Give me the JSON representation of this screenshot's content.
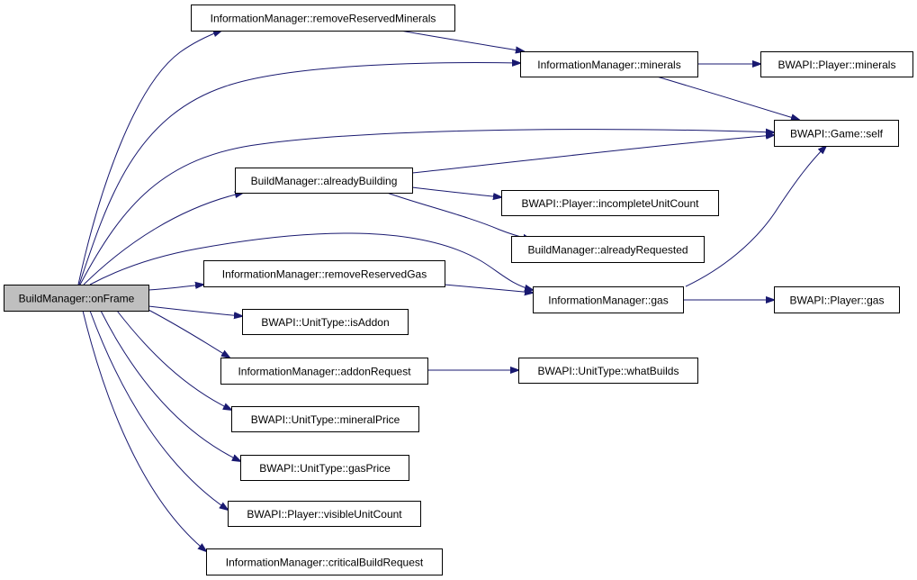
{
  "graph": {
    "nodes": [
      {
        "id": "onFrame",
        "label": "BuildManager::onFrame",
        "root": true
      },
      {
        "id": "removeReservedMinerals",
        "label": "InformationManager::removeReservedMinerals"
      },
      {
        "id": "im_minerals",
        "label": "InformationManager::minerals"
      },
      {
        "id": "player_minerals",
        "label": "BWAPI::Player::minerals"
      },
      {
        "id": "game_self",
        "label": "BWAPI::Game::self"
      },
      {
        "id": "alreadyBuilding",
        "label": "BuildManager::alreadyBuilding"
      },
      {
        "id": "incompleteUnitCount",
        "label": "BWAPI::Player::incompleteUnitCount"
      },
      {
        "id": "alreadyRequested",
        "label": "BuildManager::alreadyRequested"
      },
      {
        "id": "removeReservedGas",
        "label": "InformationManager::removeReservedGas"
      },
      {
        "id": "im_gas",
        "label": "InformationManager::gas"
      },
      {
        "id": "player_gas",
        "label": "BWAPI::Player::gas"
      },
      {
        "id": "isAddon",
        "label": "BWAPI::UnitType::isAddon"
      },
      {
        "id": "addonRequest",
        "label": "InformationManager::addonRequest"
      },
      {
        "id": "whatBuilds",
        "label": "BWAPI::UnitType::whatBuilds"
      },
      {
        "id": "mineralPrice",
        "label": "BWAPI::UnitType::mineralPrice"
      },
      {
        "id": "gasPrice",
        "label": "BWAPI::UnitType::gasPrice"
      },
      {
        "id": "visibleUnitCount",
        "label": "BWAPI::Player::visibleUnitCount"
      },
      {
        "id": "criticalBuildRequest",
        "label": "InformationManager::criticalBuildRequest"
      }
    ],
    "edges": [
      {
        "from": "onFrame",
        "to": "removeReservedMinerals"
      },
      {
        "from": "onFrame",
        "to": "im_minerals"
      },
      {
        "from": "onFrame",
        "to": "game_self"
      },
      {
        "from": "onFrame",
        "to": "alreadyBuilding"
      },
      {
        "from": "onFrame",
        "to": "im_gas"
      },
      {
        "from": "onFrame",
        "to": "removeReservedGas"
      },
      {
        "from": "onFrame",
        "to": "isAddon"
      },
      {
        "from": "onFrame",
        "to": "addonRequest"
      },
      {
        "from": "onFrame",
        "to": "mineralPrice"
      },
      {
        "from": "onFrame",
        "to": "gasPrice"
      },
      {
        "from": "onFrame",
        "to": "visibleUnitCount"
      },
      {
        "from": "onFrame",
        "to": "criticalBuildRequest"
      },
      {
        "from": "removeReservedMinerals",
        "to": "im_minerals"
      },
      {
        "from": "im_minerals",
        "to": "player_minerals"
      },
      {
        "from": "im_minerals",
        "to": "game_self"
      },
      {
        "from": "alreadyBuilding",
        "to": "game_self"
      },
      {
        "from": "alreadyBuilding",
        "to": "incompleteUnitCount"
      },
      {
        "from": "alreadyBuilding",
        "to": "alreadyRequested"
      },
      {
        "from": "removeReservedGas",
        "to": "im_gas"
      },
      {
        "from": "im_gas",
        "to": "game_self"
      },
      {
        "from": "im_gas",
        "to": "player_gas"
      },
      {
        "from": "addonRequest",
        "to": "whatBuilds"
      }
    ]
  },
  "colors": {
    "edge": "#191970",
    "root_fill": "#bfbfbf",
    "node_fill": "#ffffff",
    "node_border": "#000000"
  }
}
